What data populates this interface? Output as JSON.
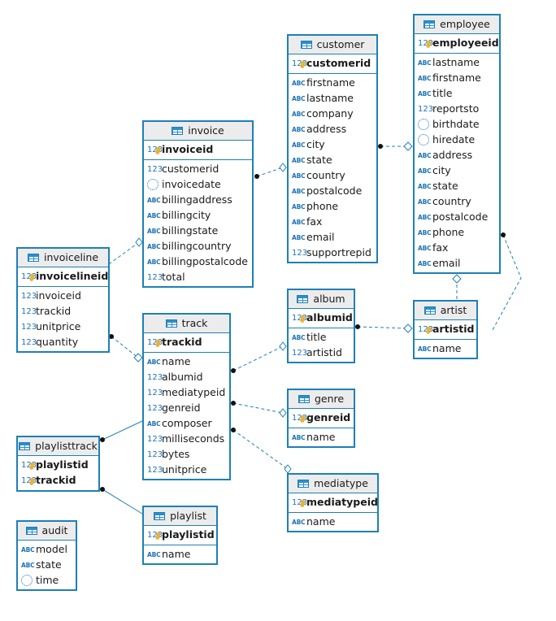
{
  "entities": {
    "customer": {
      "name": "customer",
      "pk": [
        {
          "icon": "123",
          "label": "customerid"
        }
      ],
      "cols": [
        {
          "icon": "abc",
          "label": "firstname"
        },
        {
          "icon": "abc",
          "label": "lastname"
        },
        {
          "icon": "abc",
          "label": "company"
        },
        {
          "icon": "abc",
          "label": "address"
        },
        {
          "icon": "abc",
          "label": "city"
        },
        {
          "icon": "abc",
          "label": "state"
        },
        {
          "icon": "abc",
          "label": "country"
        },
        {
          "icon": "abc",
          "label": "postalcode"
        },
        {
          "icon": "abc",
          "label": "phone"
        },
        {
          "icon": "abc",
          "label": "fax"
        },
        {
          "icon": "abc",
          "label": "email"
        },
        {
          "icon": "123",
          "label": "supportrepid"
        }
      ]
    },
    "employee": {
      "name": "employee",
      "pk": [
        {
          "icon": "123",
          "label": "employeeid"
        }
      ],
      "cols": [
        {
          "icon": "abc",
          "label": "lastname"
        },
        {
          "icon": "abc",
          "label": "firstname"
        },
        {
          "icon": "abc",
          "label": "title"
        },
        {
          "icon": "123",
          "label": "reportsto"
        },
        {
          "icon": "date",
          "label": "birthdate"
        },
        {
          "icon": "date",
          "label": "hiredate"
        },
        {
          "icon": "abc",
          "label": "address"
        },
        {
          "icon": "abc",
          "label": "city"
        },
        {
          "icon": "abc",
          "label": "state"
        },
        {
          "icon": "abc",
          "label": "country"
        },
        {
          "icon": "abc",
          "label": "postalcode"
        },
        {
          "icon": "abc",
          "label": "phone"
        },
        {
          "icon": "abc",
          "label": "fax"
        },
        {
          "icon": "abc",
          "label": "email"
        }
      ]
    },
    "invoice": {
      "name": "invoice",
      "pk": [
        {
          "icon": "123",
          "label": "invoiceid"
        }
      ],
      "cols": [
        {
          "icon": "123",
          "label": "customerid"
        },
        {
          "icon": "date",
          "label": "invoicedate"
        },
        {
          "icon": "abc",
          "label": "billingaddress"
        },
        {
          "icon": "abc",
          "label": "billingcity"
        },
        {
          "icon": "abc",
          "label": "billingstate"
        },
        {
          "icon": "abc",
          "label": "billingcountry"
        },
        {
          "icon": "abc",
          "label": "billingpostalcode"
        },
        {
          "icon": "123",
          "label": "total"
        }
      ]
    },
    "invoiceline": {
      "name": "invoiceline",
      "pk": [
        {
          "icon": "123",
          "label": "invoicelineid"
        }
      ],
      "cols": [
        {
          "icon": "123",
          "label": "invoiceid"
        },
        {
          "icon": "123",
          "label": "trackid"
        },
        {
          "icon": "123",
          "label": "unitprice"
        },
        {
          "icon": "123",
          "label": "quantity"
        }
      ]
    },
    "album": {
      "name": "album",
      "pk": [
        {
          "icon": "123",
          "label": "albumid"
        }
      ],
      "cols": [
        {
          "icon": "abc",
          "label": "title"
        },
        {
          "icon": "123",
          "label": "artistid"
        }
      ]
    },
    "artist": {
      "name": "artist",
      "pk": [
        {
          "icon": "123",
          "label": "artistid"
        }
      ],
      "cols": [
        {
          "icon": "abc",
          "label": "name"
        }
      ]
    },
    "track": {
      "name": "track",
      "pk": [
        {
          "icon": "123",
          "label": "trackid"
        }
      ],
      "cols": [
        {
          "icon": "abc",
          "label": "name"
        },
        {
          "icon": "123",
          "label": "albumid"
        },
        {
          "icon": "123",
          "label": "mediatypeid"
        },
        {
          "icon": "123",
          "label": "genreid"
        },
        {
          "icon": "abc",
          "label": "composer"
        },
        {
          "icon": "123",
          "label": "milliseconds"
        },
        {
          "icon": "123",
          "label": "bytes"
        },
        {
          "icon": "123",
          "label": "unitprice"
        }
      ]
    },
    "genre": {
      "name": "genre",
      "pk": [
        {
          "icon": "123",
          "label": "genreid"
        }
      ],
      "cols": [
        {
          "icon": "abc",
          "label": "name"
        }
      ]
    },
    "mediatype": {
      "name": "mediatype",
      "pk": [
        {
          "icon": "123",
          "label": "mediatypeid"
        }
      ],
      "cols": [
        {
          "icon": "abc",
          "label": "name"
        }
      ]
    },
    "playlisttrack": {
      "name": "playlisttrack",
      "pk": [
        {
          "icon": "123",
          "label": "playlistid"
        },
        {
          "icon": "123",
          "label": "trackid"
        }
      ],
      "cols": []
    },
    "playlist": {
      "name": "playlist",
      "pk": [
        {
          "icon": "123",
          "label": "playlistid"
        }
      ],
      "cols": [
        {
          "icon": "abc",
          "label": "name"
        }
      ]
    },
    "audit": {
      "name": "audit",
      "pk": [],
      "cols": [
        {
          "icon": "abc",
          "label": "model"
        },
        {
          "icon": "abc",
          "label": "state"
        },
        {
          "icon": "date",
          "label": "time"
        }
      ]
    }
  },
  "icons": {
    "123": "123",
    "abc": "ABC"
  },
  "colors": {
    "border": "#1e80b4",
    "line": "#1e80b4",
    "header_bg": "#ececec",
    "icon": "#1e73b4"
  }
}
